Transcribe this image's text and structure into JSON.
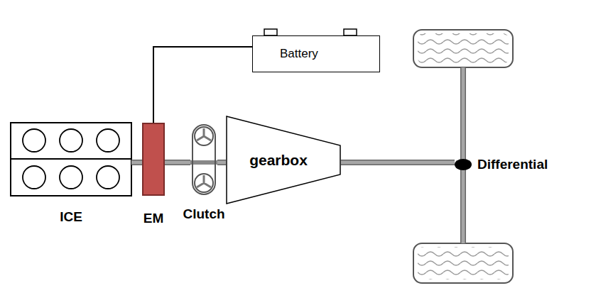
{
  "diagram": {
    "nodes": [
      {
        "text": [
          "Battery"
        ]
      },
      {
        "text": [
          "ICE"
        ]
      },
      {
        "text": [
          "EM"
        ]
      },
      {
        "text": [
          "Clutch"
        ]
      },
      {
        "text": [
          "gearbox"
        ]
      },
      {
        "text": [
          "Differential"
        ]
      }
    ],
    "edges": [
      {
        "from": 0,
        "to": 2,
        "arrow": "none"
      },
      {
        "from": 1,
        "to": 2,
        "arrow": "none"
      },
      {
        "from": 2,
        "to": 3,
        "arrow": "none"
      },
      {
        "from": 3,
        "to": 4,
        "arrow": "none"
      },
      {
        "from": 4,
        "to": 5,
        "arrow": "none"
      }
    ]
  }
}
